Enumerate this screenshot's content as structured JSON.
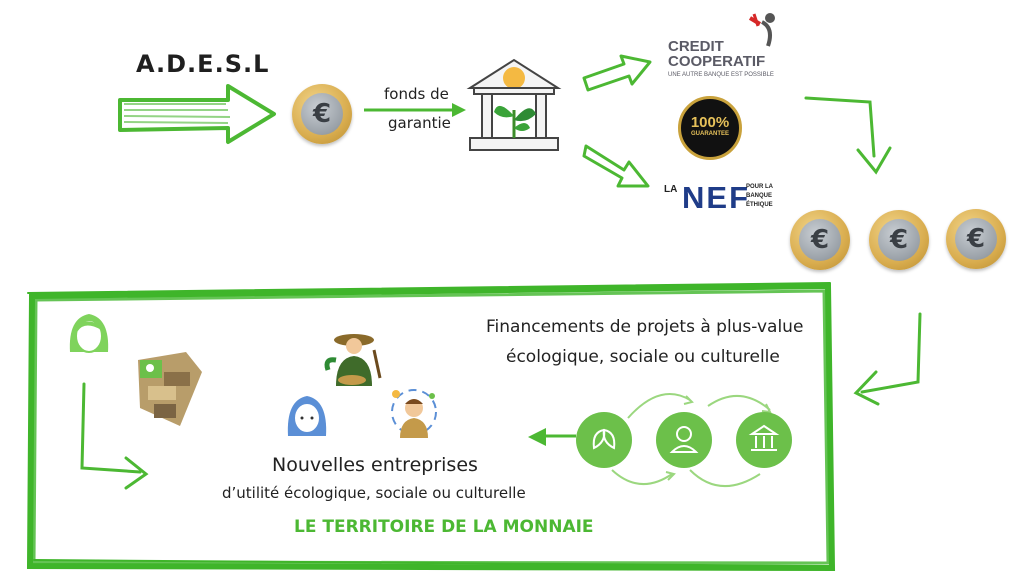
{
  "title": "A.D.E.S.L",
  "fund_label_line1": "fonds de",
  "fund_label_line2": "garantie",
  "banks": {
    "credit_cooperatif_line1": "CREDIT",
    "credit_cooperatif_line2": "COOPERATIF",
    "credit_cooperatif_tagline": "UNE AUTRE BANQUE EST POSSIBLE",
    "guarantee_badge_line1": "100%",
    "guarantee_badge_line2": "GUARANTEE",
    "nef_prefix": "LA",
    "nef_name": "NEF",
    "nef_tagline_line1": "POUR LA",
    "nef_tagline_line2": "BANQUE",
    "nef_tagline_line3": "ÉTHIQUE"
  },
  "currency_symbol": "€",
  "financing_line1": "Financements de projets à plus-value",
  "financing_line2": "écologique, sociale ou culturelle",
  "enterprises_line1": "Nouvelles entreprises",
  "enterprises_line2": "d’utilité  écologique, sociale ou culturelle",
  "territory_label": "LE TERRITOIRE DE LA MONNAIE",
  "colors": {
    "green": "#4cb833",
    "light_green": "#8fd16b",
    "circle_green": "#6cc04a",
    "coin_gold": "#d9ad4f",
    "nef_blue": "#1f3c88"
  },
  "icons": [
    "euro-coin-icon",
    "bank-plant-icon",
    "leaf-icon",
    "person-icon",
    "bank-icon",
    "woman-icon",
    "farmer-icon",
    "technician-icon",
    "money-collage-icon"
  ]
}
